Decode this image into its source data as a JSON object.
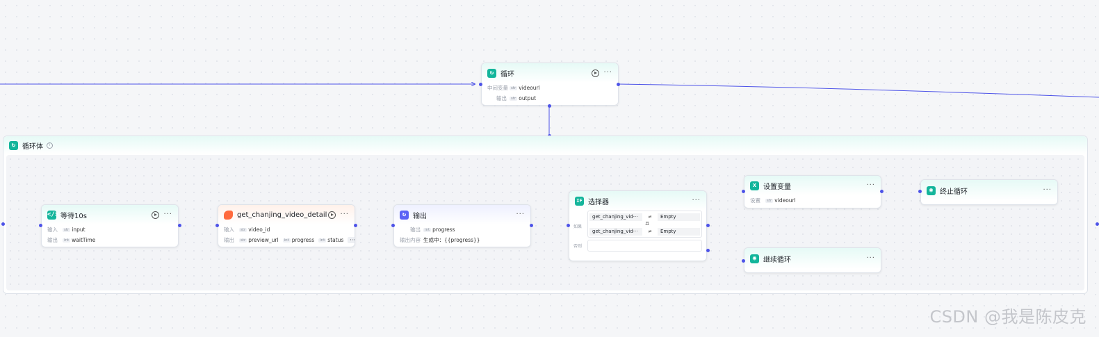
{
  "loop_node": {
    "title": "循环",
    "rows": [
      {
        "label": "中间变量",
        "chips": [
          {
            "type": "str",
            "name": "videourl"
          }
        ]
      },
      {
        "label": "输出",
        "chips": [
          {
            "type": "str",
            "name": "output"
          }
        ]
      }
    ]
  },
  "loop_body": {
    "title": "循环体"
  },
  "wait_node": {
    "title": "等待10s",
    "rows": [
      {
        "label": "输入",
        "chips": [
          {
            "type": "str",
            "name": "input"
          }
        ]
      },
      {
        "label": "输出",
        "chips": [
          {
            "type": "int",
            "name": "waitTime"
          }
        ]
      }
    ]
  },
  "plugin_node": {
    "title": "get_chanjing_video_detail",
    "rows": [
      {
        "label": "输入",
        "chips": [
          {
            "type": "str",
            "name": "video_id"
          }
        ]
      },
      {
        "label": "输出",
        "chips": [
          {
            "type": "str",
            "name": "preview_url"
          },
          {
            "type": "int",
            "name": "progress"
          },
          {
            "type": "int",
            "name": "status"
          }
        ]
      }
    ],
    "overflow": "···"
  },
  "output_node": {
    "title": "输出",
    "rows": [
      {
        "label": "输出",
        "chips": [
          {
            "type": "int",
            "name": "progress"
          }
        ]
      }
    ],
    "content_label": "输出内容",
    "content_value": "生成中：{{progress}}"
  },
  "selector_node": {
    "title": "选择器",
    "badge": "IF",
    "cond_label": "如果",
    "conditions": [
      {
        "left": "get_chanjing_vid···",
        "op": "≠",
        "right": "Empty"
      },
      {
        "left": "get_chanjing_vid···",
        "op": "≠",
        "right": "Empty"
      }
    ],
    "joiner": "且",
    "else_label": "否则"
  },
  "setvar_node": {
    "title": "设置变量",
    "rows": [
      {
        "label": "设置",
        "chips": [
          {
            "type": "str",
            "name": "videourl"
          }
        ]
      }
    ]
  },
  "break_node": {
    "title": "终止循环"
  },
  "continue_node": {
    "title": "继续循环"
  },
  "more_label": "···",
  "watermark": "CSDN @我是陈皮克",
  "colors": {
    "wire": "#4d53e8",
    "accent": "#13b59b",
    "purple": "#5b63f5",
    "orange": "#ff6a3d"
  }
}
